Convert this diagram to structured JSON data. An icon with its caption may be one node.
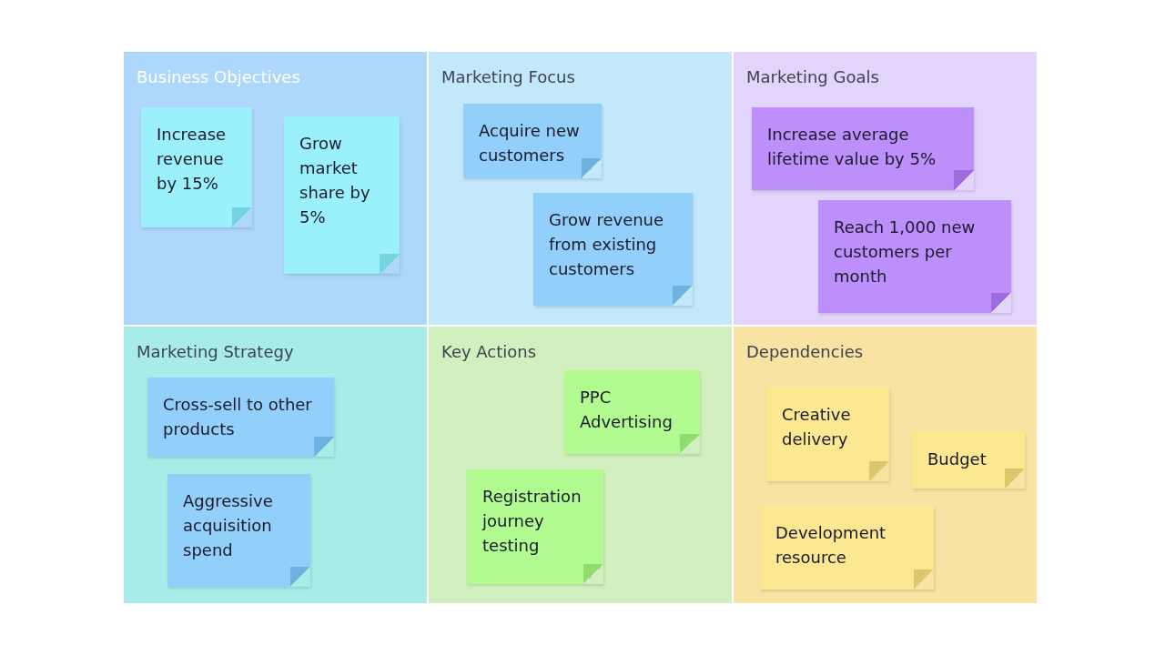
{
  "diagram": {
    "nodes": [
      {
        "text": [
          "Business Objectives"
        ]
      },
      {
        "text": [
          "Increase revenue by 15%"
        ],
        "in": 0
      },
      {
        "text": [
          "Grow market share by 5%"
        ],
        "in": 0
      },
      {
        "text": [
          "Marketing Focus"
        ]
      },
      {
        "text": [
          "Acquire new customers"
        ],
        "in": 3
      },
      {
        "text": [
          "Grow revenue from existing customers"
        ],
        "in": 3
      },
      {
        "text": [
          "Marketing Goals"
        ]
      },
      {
        "text": [
          "Increase average lifetime value by 5%"
        ],
        "in": 6
      },
      {
        "text": [
          "Reach 1,000 new customers per month"
        ],
        "in": 6
      },
      {
        "text": [
          "Marketing Strategy"
        ]
      },
      {
        "text": [
          "Cross-sell to other products"
        ],
        "in": 9
      },
      {
        "text": [
          "Aggressive acquisition spend"
        ],
        "in": 9
      },
      {
        "text": [
          "Key Actions"
        ]
      },
      {
        "text": [
          "PPC Advertising"
        ],
        "in": 12
      },
      {
        "text": [
          "Registration journey testing"
        ],
        "in": 12
      },
      {
        "text": [
          "Dependencies"
        ]
      },
      {
        "text": [
          "Creative delivery"
        ],
        "in": 15
      },
      {
        "text": [
          "Budget"
        ],
        "in": 15
      },
      {
        "text": [
          "Development resource"
        ],
        "in": 15
      }
    ],
    "edges": []
  }
}
